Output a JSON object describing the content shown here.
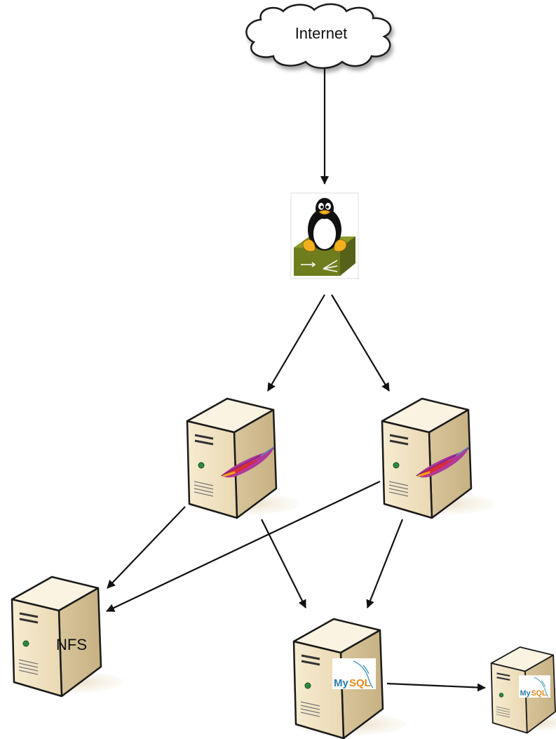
{
  "nodes": {
    "internet": {
      "label": "Internet",
      "kind": "cloud"
    },
    "load_balancer": {
      "kind": "linux-router",
      "icon": "tux-penguin-icon"
    },
    "web_server_left": {
      "kind": "server",
      "icon": "apache-feather-icon"
    },
    "web_server_right": {
      "kind": "server",
      "icon": "apache-feather-icon"
    },
    "nfs_server": {
      "label": "NFS",
      "kind": "server"
    },
    "db_master": {
      "kind": "server",
      "icon": "mysql-logo",
      "logo_text": "MySQL"
    },
    "db_replica": {
      "kind": "server",
      "icon": "mysql-logo",
      "logo_text": "MySQL"
    }
  },
  "edges": [
    {
      "from": "internet",
      "to": "load_balancer"
    },
    {
      "from": "load_balancer",
      "to": "web_server_left"
    },
    {
      "from": "load_balancer",
      "to": "web_server_right"
    },
    {
      "from": "web_server_left",
      "to": "nfs_server"
    },
    {
      "from": "web_server_right",
      "to": "nfs_server"
    },
    {
      "from": "web_server_left",
      "to": "db_master"
    },
    {
      "from": "web_server_right",
      "to": "db_master"
    },
    {
      "from": "db_master",
      "to": "db_replica"
    }
  ],
  "colors": {
    "server_front": "#f3e6c8",
    "server_side": "#d9c79f",
    "server_top": "#fbf3e2",
    "outline": "#1a1a1a",
    "shadow": "#e8dcc4",
    "router_green": "#6f7d1e",
    "apache_purple": "#9b2a8e",
    "apache_red": "#d92b3a",
    "mysql_blue": "#2a7fa6",
    "mysql_orange": "#e48a1b"
  }
}
